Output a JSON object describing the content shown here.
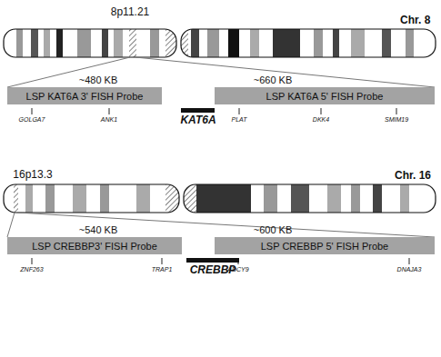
{
  "diagram": {
    "nodes": [
      {
        "text": [
          "LSP KAT6A 3' FISH Probe"
        ]
      },
      {
        "text": [
          "LSP KAT6A 5' FISH Probe"
        ]
      },
      {
        "text": [
          "LSP CREBBP3' FISH Probe"
        ]
      },
      {
        "text": [
          "LSP CREBBP 5' FISH Probe"
        ]
      }
    ],
    "labels": [
      "8p11.21",
      "Chr. 8",
      "~480 KB",
      "~660 KB",
      "GOLGA7",
      "ANK1",
      "KAT6A",
      "PLAT",
      "DKK4",
      "SMIM19",
      "16p13.3",
      "Chr. 16",
      "~540 KB",
      "~600 KB",
      "ZNF263",
      "TRAP1",
      "CREBBP",
      "ADCY9",
      "DNAJA3"
    ]
  }
}
